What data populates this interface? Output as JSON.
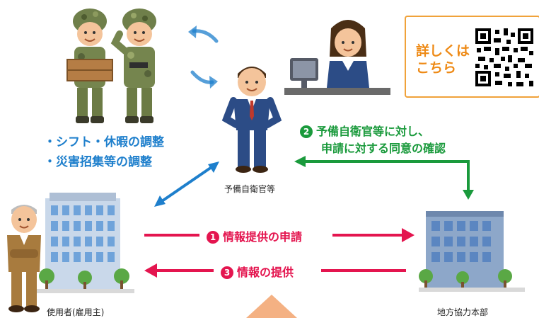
{
  "bullets": [
    "・シフト・休暇の調整",
    "・災害招集等の調整"
  ],
  "step2": {
    "num": "2",
    "line1": "予備自衛官等に対し、",
    "line2": "申請に対する同意の確認"
  },
  "step1": {
    "num": "1",
    "label": "情報提供の申請"
  },
  "step3": {
    "num": "3",
    "label": "情報の提供"
  },
  "qr": {
    "line1": "詳しくは",
    "line2": "こちら"
  },
  "labels": {
    "reservist": "予備自衛官等",
    "employer": "使用者(雇用主)",
    "office": "地方協力本部"
  },
  "colors": {
    "blue": "#1e7fcc",
    "green": "#1a9a3c",
    "red": "#e4154f",
    "orange": "#f0a23a"
  }
}
